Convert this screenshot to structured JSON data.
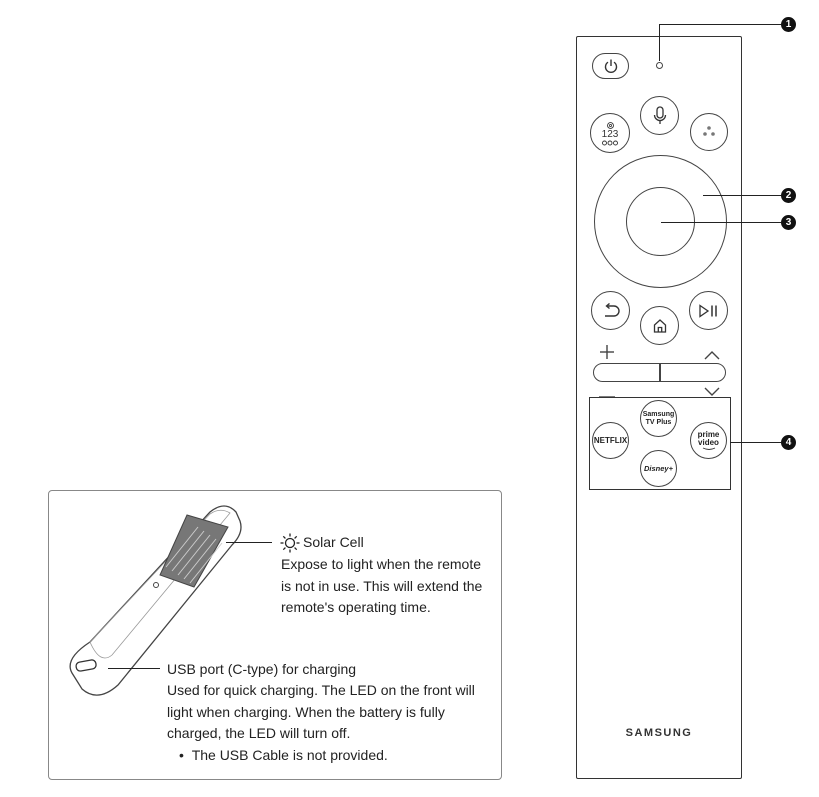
{
  "callouts": [
    "1",
    "2",
    "3",
    "4"
  ],
  "remote": {
    "number_button": "123",
    "apps": {
      "netflix": "NETFLIX",
      "samsung_tv_plus": [
        "Samsung",
        "TV Plus"
      ],
      "prime_video": [
        "prime",
        "video"
      ],
      "disney_plus": "Disney+"
    },
    "brand": "SAMSUNG"
  },
  "solar": {
    "title": "Solar Cell",
    "lines": [
      "Expose to light when the remote",
      "is not in use. This will extend the",
      "remote's operating time."
    ]
  },
  "usb": {
    "title": "USB port (C-type) for charging",
    "lines": [
      "Used for quick charging. The LED on the front will",
      "light when charging. When the battery is fully",
      "charged, the LED will turn off."
    ],
    "bullet": "The USB Cable is not provided."
  },
  "colors": {
    "line": "#222222",
    "panel_border": "#888888"
  },
  "icons": [
    "power-icon",
    "settings-icon",
    "mic-icon",
    "assistant-icon",
    "back-icon",
    "home-icon",
    "play-pause-icon",
    "sun-icon"
  ]
}
